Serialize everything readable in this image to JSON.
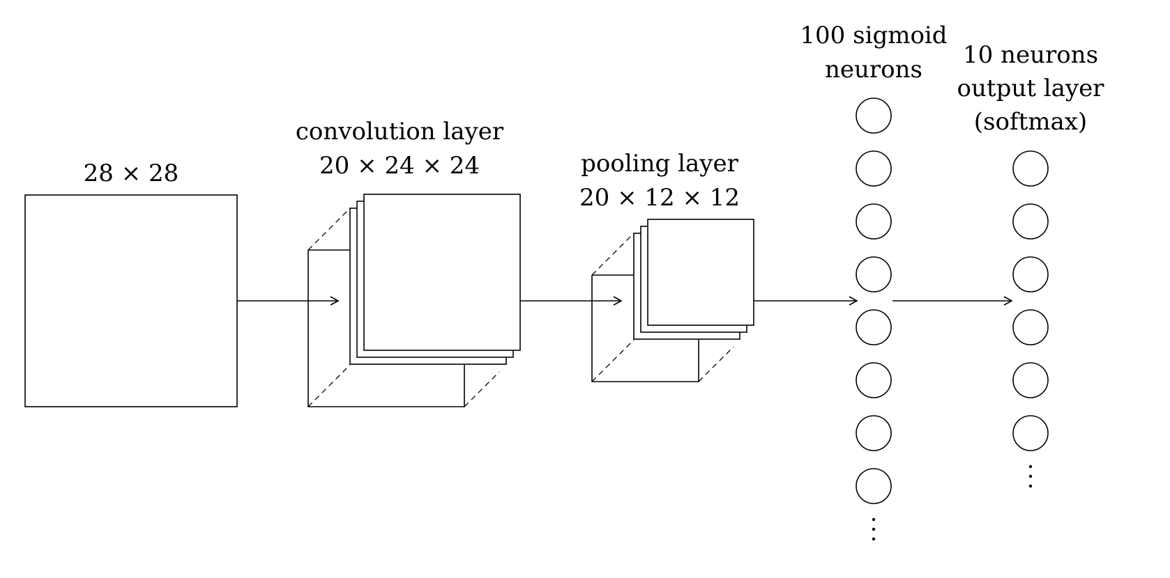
{
  "input": {
    "label": "28 × 28"
  },
  "conv": {
    "label_line1": "convolution layer",
    "label_line2": "20 × 24 × 24"
  },
  "pool": {
    "label_line1": "pooling layer",
    "label_line2": "20 × 12 × 12"
  },
  "hidden": {
    "label_line1": "100 sigmoid",
    "label_line2": "neurons",
    "visible_neurons": 8,
    "ellipsis": true
  },
  "output": {
    "label_line1": "10 neurons",
    "label_line2": "output layer",
    "label_line3": "(softmax)",
    "visible_neurons": 6,
    "ellipsis": true
  }
}
